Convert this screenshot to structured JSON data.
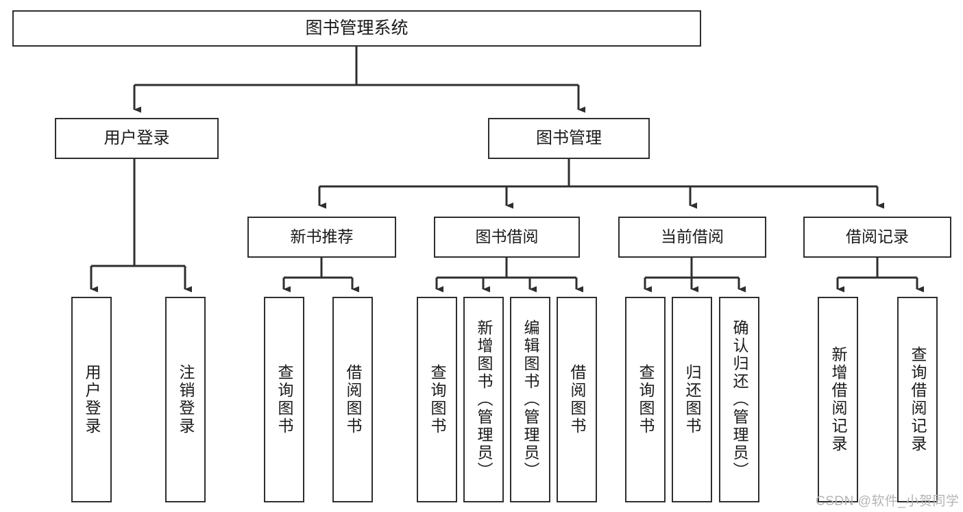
{
  "diagram": {
    "type": "tree-hierarchy-chart",
    "title": "图书管理系统",
    "line_color": "#2e2e2e",
    "box_fill": "#ffffff",
    "text_color": "#1a1a1a",
    "root": {
      "label": "图书管理系统"
    },
    "level2": [
      {
        "label": "用户登录"
      },
      {
        "label": "图书管理"
      }
    ],
    "level3": [
      {
        "label": "新书推荐"
      },
      {
        "label": "图书借阅"
      },
      {
        "label": "当前借阅"
      },
      {
        "label": "借阅记录"
      }
    ],
    "leaves": {
      "user_login": [
        {
          "label": "用户登录"
        },
        {
          "label": "注销登录"
        }
      ],
      "new_book_recommend": [
        {
          "label": "查询图书"
        },
        {
          "label": "借阅图书"
        }
      ],
      "book_borrow": [
        {
          "label": "查询图书"
        },
        {
          "label": "新增图书（管理员）"
        },
        {
          "label": "编辑图书（管理员）"
        },
        {
          "label": "借阅图书"
        }
      ],
      "current_borrow": [
        {
          "label": "查询图书"
        },
        {
          "label": "归还图书"
        },
        {
          "label": "确认归还（管理员）"
        }
      ],
      "borrow_record": [
        {
          "label": "新增借阅记录"
        },
        {
          "label": "查询借阅记录"
        }
      ]
    }
  },
  "watermark": {
    "text": "CSDN @软件_小贺同学"
  }
}
